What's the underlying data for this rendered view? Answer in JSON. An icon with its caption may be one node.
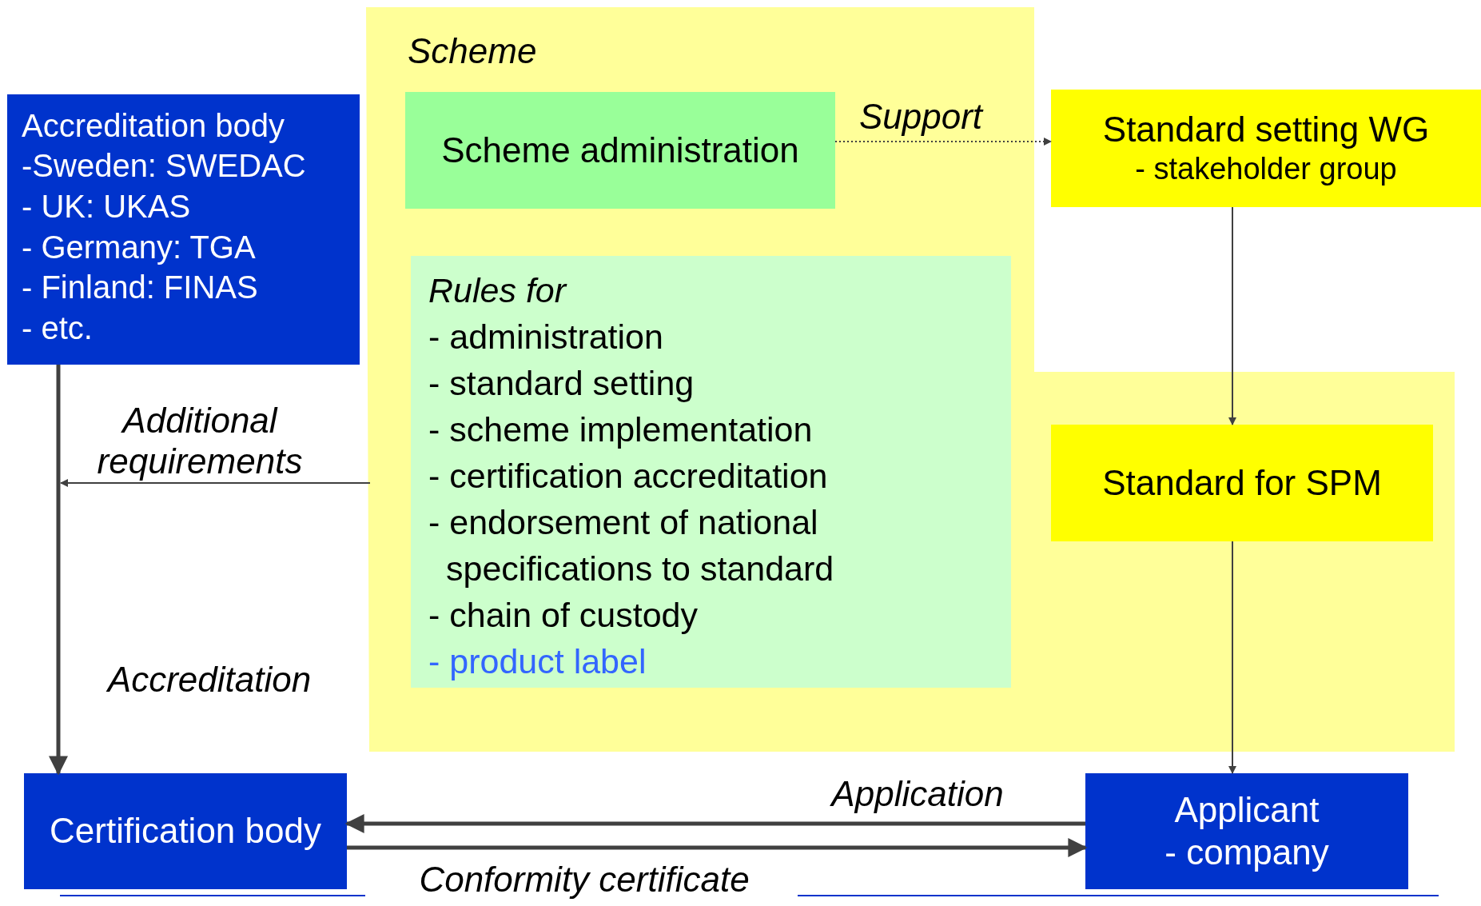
{
  "diagram": {
    "nodes": [
      {
        "text": [
          "Scheme"
        ]
      },
      {
        "text": [
          "Scheme administration"
        ],
        "in": 0
      },
      {
        "text": [
          "Rules for",
          "- administration",
          "- standard setting",
          "- scheme implementation",
          "- certification accreditation",
          "- endorsement of national specifications to standard",
          "- chain of custody",
          "- product label"
        ],
        "in": 0
      },
      {
        "text": [
          "Standard for SPM"
        ],
        "in": 0
      },
      {
        "text": [
          "Accreditation body",
          "-Sweden: SWEDAC",
          "- UK: UKAS",
          "- Germany: TGA",
          "- Finland: FINAS",
          "- etc."
        ]
      },
      {
        "text": [
          "Standard setting WG",
          "- stakeholder group"
        ]
      },
      {
        "text": [
          "Certification body"
        ]
      },
      {
        "text": [
          "Applicant",
          "- company"
        ]
      }
    ],
    "edges": [
      {
        "from": 1,
        "to": 5,
        "arrow": "to",
        "label": "Support",
        "style": "dashed"
      },
      {
        "from": 5,
        "to": 3,
        "arrow": "to"
      },
      {
        "from": 3,
        "to": 7,
        "arrow": "to"
      },
      {
        "from": 4,
        "to": 6,
        "arrow": "to",
        "label": "Accreditation",
        "style": "thick"
      },
      {
        "from": 0,
        "to": null,
        "arrow": "to",
        "label": "Additional requirements"
      },
      {
        "from": 7,
        "to": 6,
        "arrow": "to",
        "label": "Application",
        "style": "thick"
      },
      {
        "from": 6,
        "to": 7,
        "arrow": "to",
        "label": "Conformity certificate",
        "style": "thick"
      }
    ]
  }
}
